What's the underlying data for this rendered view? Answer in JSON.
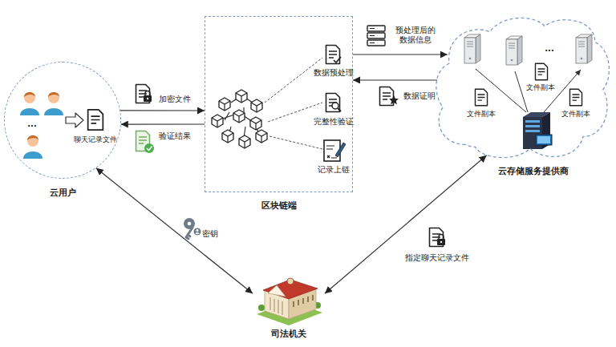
{
  "diagram": {
    "nodes": [
      {
        "text": [
          "云用户"
        ]
      },
      {
        "text": [
          "聊天记录文件"
        ],
        "in": 0
      },
      {
        "text": [
          "区块链端"
        ]
      },
      {
        "text": [
          "数据预处理"
        ],
        "in": 2
      },
      {
        "text": [
          "完整性验证"
        ],
        "in": 2
      },
      {
        "text": [
          "记录上链"
        ],
        "in": 2
      },
      {
        "text": [
          "云存储服务提供商"
        ]
      },
      {
        "text": [
          "司法机关"
        ]
      }
    ],
    "edges": [
      {
        "from": 0,
        "to": 2,
        "arrow": "to",
        "label": "加密文件"
      },
      {
        "from": 2,
        "to": 0,
        "arrow": "to",
        "label": "验证结果"
      },
      {
        "from": 2,
        "to": 6,
        "arrow": "to",
        "label": "预处理后的 数据信息"
      },
      {
        "from": 6,
        "to": 2,
        "arrow": "to",
        "label": "数据证明"
      },
      {
        "from": 0,
        "to": 7,
        "arrow": "both",
        "label": "密钥"
      },
      {
        "from": 6,
        "to": 7,
        "arrow": "both",
        "label": "指定聊天记录文件"
      }
    ],
    "labels": [
      "...",
      "...",
      "文件副本",
      "文件副本",
      "文件副本"
    ]
  }
}
